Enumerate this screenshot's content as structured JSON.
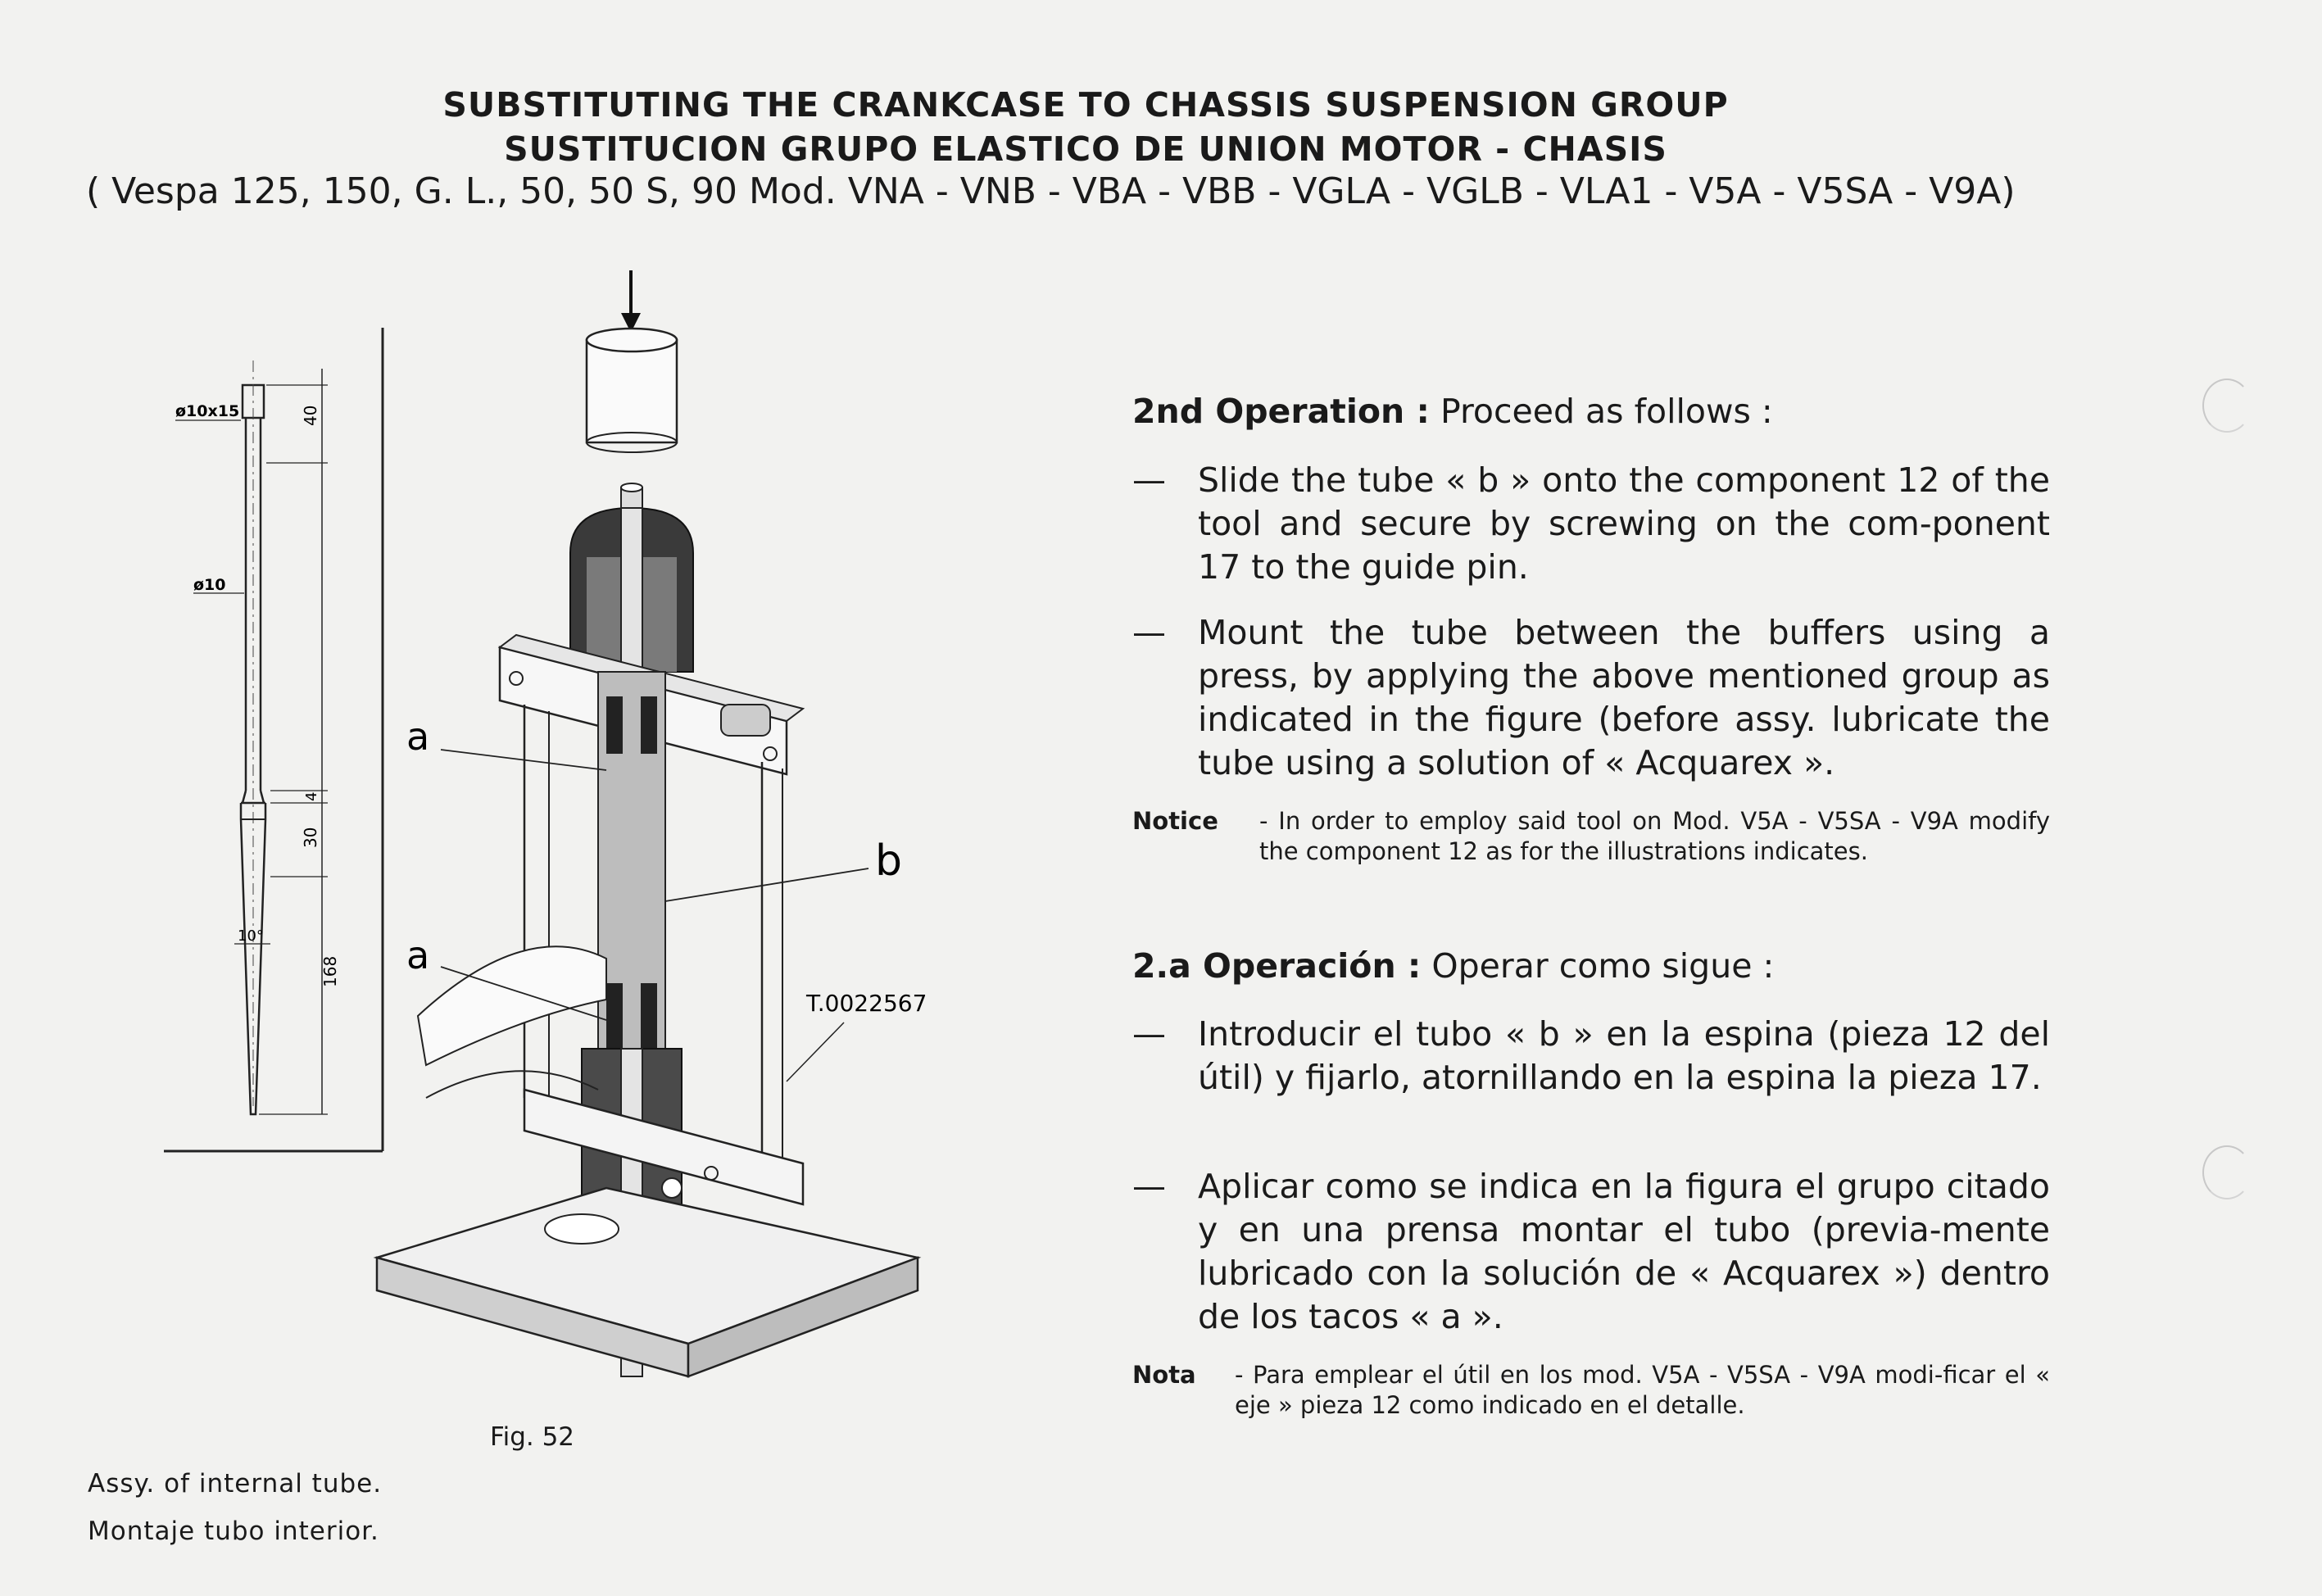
{
  "header": {
    "title_en": "SUBSTITUTING THE CRANKCASE  TO CHASSIS SUSPENSION GROUP",
    "title_es": "SUSTITUCION GRUPO ELASTICO DE UNION MOTOR - CHASIS",
    "models": "( Vespa 125, 150, G. L., 50, 50 S, 90 Mod. VNA - VNB  -  VBA - VBB - VGLA - VGLB - VLA1 - V5A - V5SA - V9A)"
  },
  "english": {
    "heading_label": "2nd Operation :",
    "heading_text": " Proceed as follows :",
    "items": [
      "Slide the tube « b » onto the component 12 of the tool and secure by screwing on the com-ponent 17 to the guide pin.",
      "Mount the tube between the buffers using a press, by applying the above mentioned group as indicated in the figure (before assy. lubricate the tube using a solution of « Acquarex »."
    ],
    "note_label": "Notice",
    "note_text": "- In order to employ said tool on Mod. V5A - V5SA - V9A modify the component 12 as for the illustrations indicates."
  },
  "spanish": {
    "heading_label": "2.a Operación :",
    "heading_text": " Operar como sigue :",
    "items": [
      "Introducir el tubo « b » en la espina (pieza 12 del útil) y fijarlo, atornillando en la espina la pieza 17.",
      "Aplicar como se indica en la figura el grupo citado y en una prensa montar el tubo (previa-mente lubricado con la solución de « Acquarex ») dentro de los tacos « a »."
    ],
    "note_label": "Nota",
    "note_text": "- Para emplear el útil en los mod. V5A - V5SA - V9A modi-ficar el « eje » pieza 12 como indicado en el detalle."
  },
  "drawing": {
    "label_a": "a",
    "label_b": "b",
    "part_code": "T.0022567",
    "dim_d10x15": "ø10x15",
    "dim_d10": "ø10",
    "dim_40": "40",
    "dim_4": "4",
    "dim_30": "30",
    "dim_168": "168",
    "dim_angle": "10°"
  },
  "figure_caption": "Fig. 52",
  "caption_en": "Assy. of internal tube.",
  "caption_es": "Montaje  tubo  interior.",
  "dash_char": "—"
}
